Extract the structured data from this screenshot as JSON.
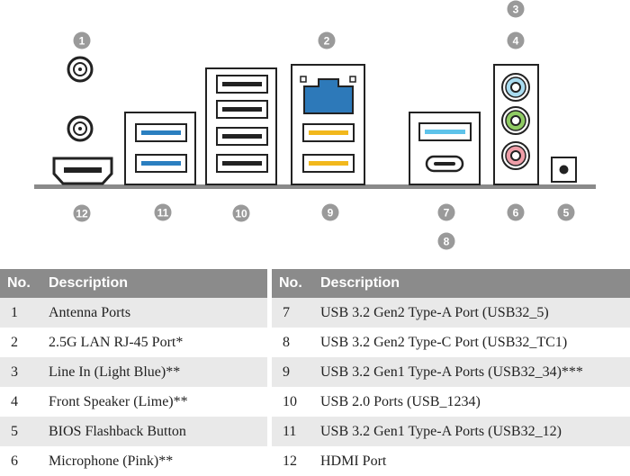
{
  "callouts": [
    "1",
    "2",
    "3",
    "4",
    "5",
    "6",
    "7",
    "8",
    "9",
    "10",
    "11",
    "12"
  ],
  "table": {
    "header_no": "No.",
    "header_desc": "Description",
    "left": [
      {
        "no": "1",
        "desc": "Antenna Ports"
      },
      {
        "no": "2",
        "desc": "2.5G LAN RJ-45 Port*"
      },
      {
        "no": "3",
        "desc": "Line In (Light Blue)**"
      },
      {
        "no": "4",
        "desc": "Front Speaker (Lime)**"
      },
      {
        "no": "5",
        "desc": "BIOS Flashback Button"
      },
      {
        "no": "6",
        "desc": "Microphone (Pink)**"
      }
    ],
    "right": [
      {
        "no": "7",
        "desc": "USB 3.2 Gen2 Type-A Port (USB32_5)"
      },
      {
        "no": "8",
        "desc": "USB 3.2 Gen2 Type-C Port (USB32_TC1)"
      },
      {
        "no": "9",
        "desc": "USB 3.2 Gen1 Type-A Ports (USB32_34)***"
      },
      {
        "no": "10",
        "desc": "USB 2.0 Ports (USB_1234)"
      },
      {
        "no": "11",
        "desc": "USB 3.2 Gen1 Type-A Ports (USB32_12)"
      },
      {
        "no": "12",
        "desc": "HDMI Port"
      }
    ]
  },
  "colors": {
    "callout": "#9a9a9a",
    "header": "#8b8b8b",
    "usb3_blue": "#2b7fc0",
    "usb32_cyan": "#5ec3ea",
    "lan_blue": "#2d79b9",
    "usb_yellow": "#f2b81c",
    "line_in": "#a9dcf0",
    "lime": "#8fcb63",
    "pink": "#ef9ea8"
  }
}
